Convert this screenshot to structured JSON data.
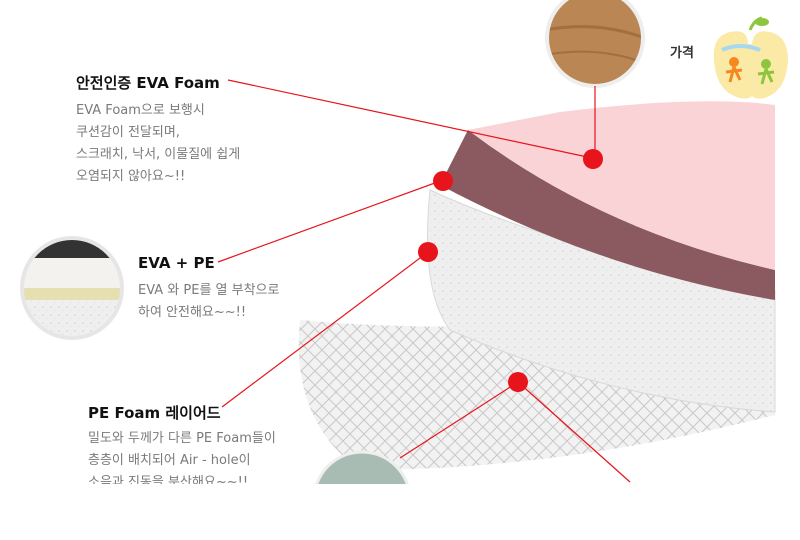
{
  "callouts": [
    {
      "title": "안전인증 EVA Foam",
      "lines": "EVA Foam으로 보행시\n쿠션감이 전달되며,\n스크래치, 낙서, 이물질에 쉽게\n오염되지 않아요~!!"
    },
    {
      "title": "EVA + PE",
      "lines": "EVA 와 PE를 열 부착으로\n하여 안전해요~~!!"
    },
    {
      "title": "PE Foam 레이어드",
      "lines": "밀도와 두께가 다른 PE Foam들이\n층층이 배치되어 Air - hole이\n소음과 진동을 분산해요~~!!"
    }
  ],
  "partial_label": "가격",
  "colors": {
    "accent_red": "#e8141b",
    "pink_layer": "#f9d3d6",
    "mauve_layer": "#8a5a60"
  }
}
